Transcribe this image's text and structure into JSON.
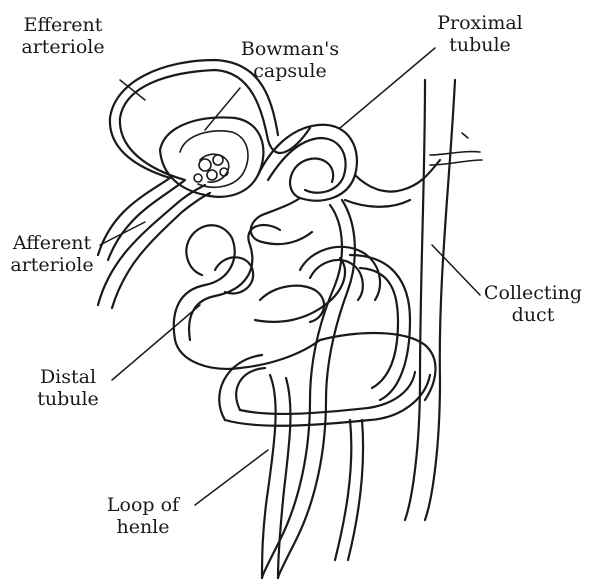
{
  "labels": {
    "efferent_arteriole": [
      "Efferent",
      "arteriole"
    ],
    "bowmans_capsule": [
      "Bowman's",
      "capsule"
    ],
    "proximal_tubule": [
      "Proximal",
      "tubule"
    ],
    "afferent_arteriole": [
      "Afferent",
      "arteriole"
    ],
    "collecting_duct": [
      "Collecting",
      "duct"
    ],
    "distal_tubule": [
      "Distal",
      "tubule"
    ],
    "loop_of_henle": [
      "Loop of",
      "henle"
    ]
  }
}
